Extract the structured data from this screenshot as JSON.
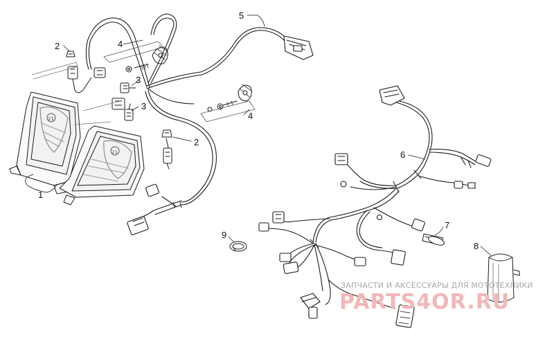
{
  "callouts": {
    "c1": "1",
    "c2a": "2",
    "c2b": "2",
    "c3a": "3",
    "c3b": "3",
    "c4a": "4",
    "c4b": "4",
    "c5": "5",
    "c6": "6",
    "c7": "7",
    "c8": "8",
    "c9": "9"
  },
  "watermark": {
    "caption": "ЗАПЧАСТИ И АКСЕССУАРЫ ДЛЯ МОТОТЕХНИКИ",
    "brand": "PARTS4OR.RU"
  }
}
